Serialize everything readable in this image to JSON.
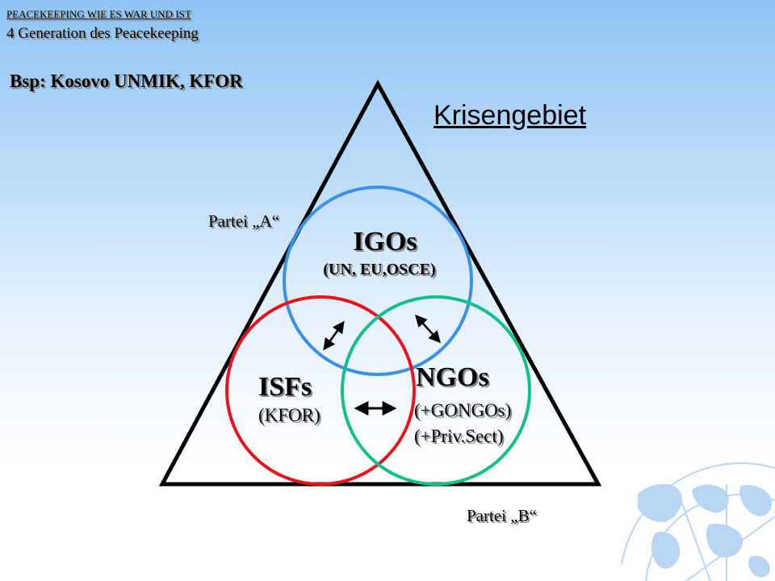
{
  "header": {
    "line1": "PEACEKEEPING WIE ES WAR UND IST",
    "line2": "4 Generation des Peacekeeping"
  },
  "example": "Bsp: Kosovo UNMIK, KFOR",
  "region_label": "Krisengebiet",
  "parties": {
    "a": "Partei „A“",
    "b": "Partei „B“"
  },
  "circles": {
    "igos": {
      "title": "IGOs",
      "sub": "(UN, EU,OSCE)",
      "color": "#3b90e8"
    },
    "isfs": {
      "title": "ISFs",
      "sub": "(KFOR)",
      "color": "#e8141c"
    },
    "ngos": {
      "title": "NGOs",
      "sub1": "(+GONGOs)",
      "sub2": "(+Priv.Sect)",
      "color": "#14c08a"
    }
  },
  "decor": {
    "globe": "world-map-globe-icon"
  }
}
